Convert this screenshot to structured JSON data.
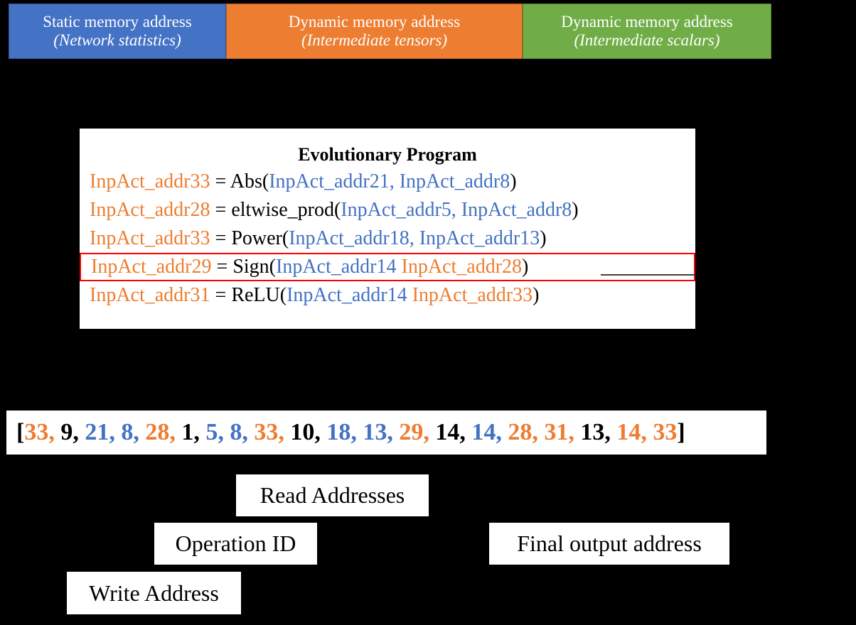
{
  "legend": {
    "cells": [
      {
        "title": "Static memory address",
        "subtitle": "(Network statistics)",
        "color": "#4472C4"
      },
      {
        "title": "Dynamic memory address",
        "subtitle": "(Intermediate tensors)",
        "color": "#ED7D31"
      },
      {
        "title": "Dynamic memory address",
        "subtitle": "(Intermediate scalars)",
        "color": "#70AD47"
      }
    ]
  },
  "program": {
    "title": "Evolutionary Program",
    "lines": [
      {
        "highlighted": false,
        "tokens": [
          {
            "text": "InpAct_addr33",
            "color": "orange"
          },
          {
            "text": " = ",
            "color": "black"
          },
          {
            "text": "Abs(",
            "color": "black"
          },
          {
            "text": "InpAct_addr21, InpAct_addr8",
            "color": "blue"
          },
          {
            "text": ")",
            "color": "black"
          }
        ]
      },
      {
        "highlighted": false,
        "tokens": [
          {
            "text": "InpAct_addr28",
            "color": "orange"
          },
          {
            "text": " = ",
            "color": "black"
          },
          {
            "text": "eltwise_prod(",
            "color": "black"
          },
          {
            "text": "InpAct_addr5, InpAct_addr8",
            "color": "blue"
          },
          {
            "text": ")",
            "color": "black"
          }
        ]
      },
      {
        "highlighted": false,
        "tokens": [
          {
            "text": "InpAct_addr33",
            "color": "orange"
          },
          {
            "text": " = ",
            "color": "black"
          },
          {
            "text": "Power(",
            "color": "black"
          },
          {
            "text": "InpAct_addr18, InpAct_addr13",
            "color": "blue"
          },
          {
            "text": ")",
            "color": "black"
          }
        ]
      },
      {
        "highlighted": true,
        "tokens": [
          {
            "text": "InpAct_addr29",
            "color": "orange"
          },
          {
            "text": " = ",
            "color": "black"
          },
          {
            "text": "Sign(",
            "color": "black"
          },
          {
            "text": "InpAct_addr14",
            "color": "blue"
          },
          {
            "text": "  ",
            "color": "black"
          },
          {
            "text": "InpAct_addr28",
            "color": "orange"
          },
          {
            "text": ")",
            "color": "black"
          }
        ]
      },
      {
        "highlighted": false,
        "tokens": [
          {
            "text": "InpAct_addr31",
            "color": "orange"
          },
          {
            "text": " = ",
            "color": "black"
          },
          {
            "text": "ReLU(",
            "color": "black"
          },
          {
            "text": "InpAct_addr14",
            "color": "blue"
          },
          {
            "text": "  ",
            "color": "black"
          },
          {
            "text": "InpAct_addr33",
            "color": "orange"
          },
          {
            "text": ")",
            "color": "black"
          }
        ]
      }
    ]
  },
  "vector": {
    "open_bracket": "[",
    "close_bracket": "]",
    "separator": ", ",
    "items": [
      {
        "value": "33",
        "color": "orange"
      },
      {
        "value": "9",
        "color": "black"
      },
      {
        "value": "21",
        "color": "blue"
      },
      {
        "value": "8",
        "color": "blue"
      },
      {
        "value": "28",
        "color": "orange"
      },
      {
        "value": "1",
        "color": "black"
      },
      {
        "value": "5",
        "color": "blue"
      },
      {
        "value": "8",
        "color": "blue"
      },
      {
        "value": "33",
        "color": "orange"
      },
      {
        "value": "10",
        "color": "black"
      },
      {
        "value": "18",
        "color": "blue"
      },
      {
        "value": "13",
        "color": "blue"
      },
      {
        "value": "29",
        "color": "orange"
      },
      {
        "value": "14",
        "color": "black"
      },
      {
        "value": "14",
        "color": "blue"
      },
      {
        "value": "28",
        "color": "orange"
      },
      {
        "value": "31",
        "color": "orange"
      },
      {
        "value": "13",
        "color": "black"
      },
      {
        "value": "14",
        "color": "orange"
      },
      {
        "value": "33",
        "color": "orange"
      }
    ]
  },
  "captions": {
    "read_addresses": "Read Addresses",
    "operation_id": "Operation ID",
    "final_output_address": "Final output address",
    "write_address": "Write Address"
  },
  "colors": {
    "orange": "#ED7D31",
    "blue": "#4472C4",
    "green": "#70AD47",
    "black": "#000000",
    "highlight_border": "#FF0000",
    "background": "#000000",
    "panel": "#FFFFFF"
  }
}
